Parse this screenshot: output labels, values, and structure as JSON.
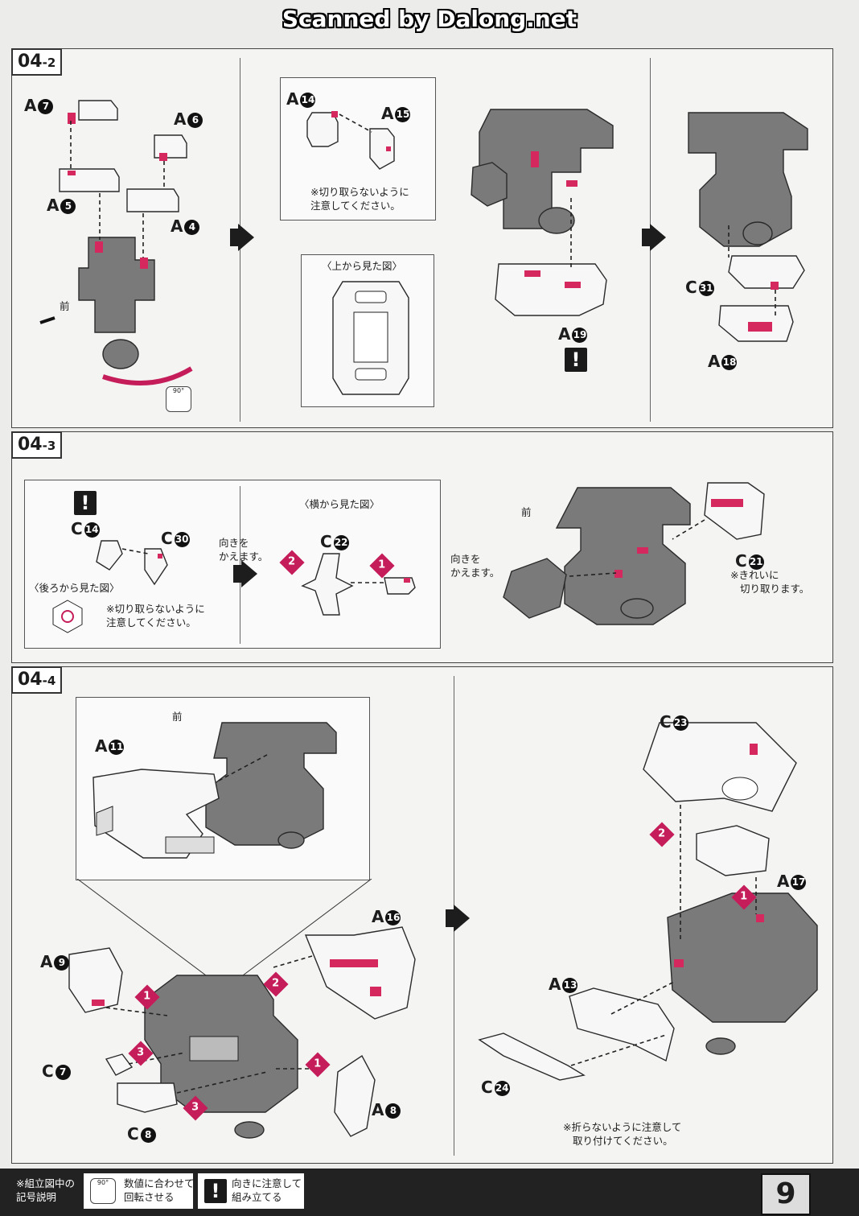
{
  "banner": "Scanned by Dalong.net",
  "steps": [
    {
      "tag": "04",
      "sub": "-2"
    },
    {
      "tag": "04",
      "sub": "-3"
    },
    {
      "tag": "04",
      "sub": "-4"
    }
  ],
  "parts": {
    "a7": {
      "letter": "A",
      "num": "7"
    },
    "a6": {
      "letter": "A",
      "num": "6"
    },
    "a5": {
      "letter": "A",
      "num": "5"
    },
    "a4": {
      "letter": "A",
      "num": "4"
    },
    "a14": {
      "letter": "A",
      "num": "14"
    },
    "a15": {
      "letter": "A",
      "num": "15"
    },
    "a19": {
      "letter": "A",
      "num": "19"
    },
    "c31": {
      "letter": "C",
      "num": "31"
    },
    "a18": {
      "letter": "A",
      "num": "18"
    },
    "c14": {
      "letter": "C",
      "num": "14"
    },
    "c30": {
      "letter": "C",
      "num": "30"
    },
    "c22": {
      "letter": "C",
      "num": "22"
    },
    "c21": {
      "letter": "C",
      "num": "21"
    },
    "a11": {
      "letter": "A",
      "num": "11"
    },
    "a16": {
      "letter": "A",
      "num": "16"
    },
    "a9": {
      "letter": "A",
      "num": "9"
    },
    "c7": {
      "letter": "C",
      "num": "7"
    },
    "c8": {
      "letter": "C",
      "num": "8"
    },
    "a8": {
      "letter": "A",
      "num": "8"
    },
    "c23": {
      "letter": "C",
      "num": "23"
    },
    "a17": {
      "letter": "A",
      "num": "17"
    },
    "a13": {
      "letter": "A",
      "num": "13"
    },
    "c24": {
      "letter": "C",
      "num": "24"
    }
  },
  "texts": {
    "front": "前",
    "rot_badge": "90°",
    "top_view": "〈上から見た図〉",
    "side_view": "〈横から見た図〉",
    "back_view": "〈後ろから見た図〉",
    "dont_cut_1": "※切り取らないように",
    "dont_cut_2": "注意してください。",
    "change_dir_1": "向きを",
    "change_dir_2": "かえます。",
    "cut_clean_1": "※きれいに",
    "cut_clean_2": "切り取ります。",
    "dont_fold_1": "※折らないように注意して",
    "dont_fold_2": "取り付けてください。",
    "warn": "!",
    "order1": "1",
    "order2": "2",
    "order3": "3"
  },
  "legend": {
    "title_1": "※組立図中の",
    "title_2": "記号説明",
    "rot_icon": "90°",
    "rot_text_1": "数値に合わせて",
    "rot_text_2": "回転させる",
    "warn_icon": "!",
    "warn_text_1": "向きに注意して",
    "warn_text_2": "組み立てる"
  },
  "page_number": "9"
}
